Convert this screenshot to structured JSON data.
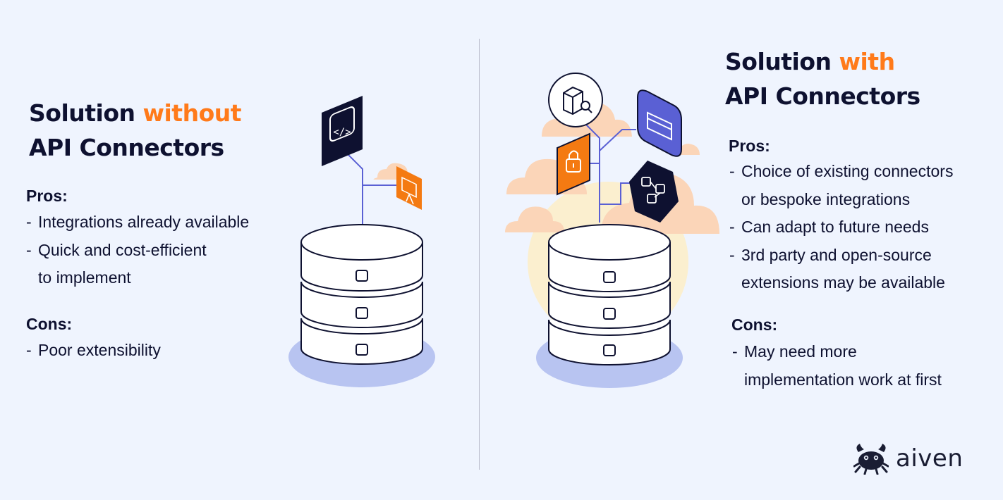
{
  "left": {
    "title_prefix": "Solution",
    "title_accent": "without",
    "title_line2": "API Connectors",
    "pros_label": "Pros:",
    "pros": [
      [
        "Integrations already available"
      ],
      [
        "Quick and cost-efficient",
        "to implement"
      ]
    ],
    "cons_label": "Cons:",
    "cons": [
      [
        "Poor extensibility"
      ]
    ]
  },
  "right": {
    "title_prefix": "Solution",
    "title_accent": "with",
    "title_line2": "API Connectors",
    "pros_label": "Pros:",
    "pros": [
      [
        "Choice of existing connectors",
        "or bespoke integrations"
      ],
      [
        "Can adapt to future needs"
      ],
      [
        "3rd party and open-source",
        "extensions may be available"
      ]
    ],
    "cons_label": "Cons:",
    "cons": [
      [
        "May need more",
        "implementation work at first"
      ]
    ]
  },
  "logo": {
    "text": "aiven"
  },
  "colors": {
    "background": "#eff4fe",
    "text": "#0e1130",
    "accent": "#ff7a1a",
    "cloud": "#fbd5b8",
    "shadow": "#b8c4f1",
    "purple": "#5a60d4",
    "navy": "#0e1130"
  },
  "icons": [
    "code-icon",
    "presentation-icon",
    "box-search-icon",
    "card-icon",
    "lock-icon",
    "network-icon",
    "crab-logo-icon"
  ]
}
